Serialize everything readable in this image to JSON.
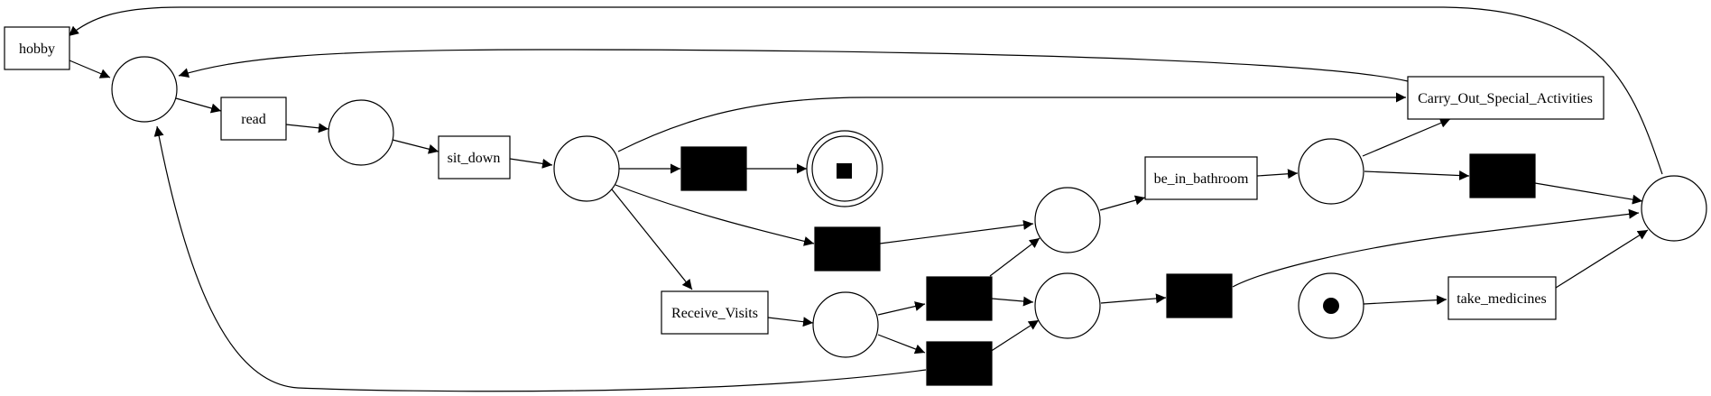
{
  "diagram": {
    "type": "petri-net",
    "colors": {
      "stroke": "#000000",
      "fill": "#ffffff",
      "silent_transition": "#000000"
    },
    "transitions": [
      {
        "id": "t_hobby",
        "label": "hobby"
      },
      {
        "id": "t_read",
        "label": "read"
      },
      {
        "id": "t_sit_down",
        "label": "sit_down"
      },
      {
        "id": "t_carry_out",
        "label": "Carry_Out_Special_Activities"
      },
      {
        "id": "t_bathroom",
        "label": "be_in_bathroom"
      },
      {
        "id": "t_receive",
        "label": "Receive_Visits"
      },
      {
        "id": "t_medicines",
        "label": "take_medicines"
      },
      {
        "id": "tau_1",
        "label": ""
      },
      {
        "id": "tau_2",
        "label": ""
      },
      {
        "id": "tau_3",
        "label": ""
      },
      {
        "id": "tau_4",
        "label": ""
      },
      {
        "id": "tau_5",
        "label": ""
      },
      {
        "id": "tau_6",
        "label": ""
      }
    ],
    "places": [
      {
        "id": "p1",
        "marking": ""
      },
      {
        "id": "p2",
        "marking": ""
      },
      {
        "id": "p3",
        "marking": ""
      },
      {
        "id": "p_final",
        "marking": "final"
      },
      {
        "id": "p4",
        "marking": ""
      },
      {
        "id": "p5",
        "marking": ""
      },
      {
        "id": "p6",
        "marking": ""
      },
      {
        "id": "p7",
        "marking": ""
      },
      {
        "id": "p_initial",
        "marking": "initial-token"
      },
      {
        "id": "p8",
        "marking": ""
      }
    ],
    "arcs": [
      [
        "t_hobby",
        "p1"
      ],
      [
        "p1",
        "t_read"
      ],
      [
        "t_read",
        "p2"
      ],
      [
        "p2",
        "t_sit_down"
      ],
      [
        "t_sit_down",
        "p3"
      ],
      [
        "p3",
        "t_carry_out"
      ],
      [
        "p3",
        "tau_1"
      ],
      [
        "tau_1",
        "p_final"
      ],
      [
        "p3",
        "tau_2"
      ],
      [
        "p3",
        "t_receive"
      ],
      [
        "tau_2",
        "p4"
      ],
      [
        "p4",
        "t_bathroom"
      ],
      [
        "t_bathroom",
        "p5"
      ],
      [
        "p5",
        "t_carry_out"
      ],
      [
        "p5",
        "tau_3"
      ],
      [
        "tau_3",
        "p8"
      ],
      [
        "t_receive",
        "p6"
      ],
      [
        "p6",
        "tau_4"
      ],
      [
        "p6",
        "tau_5"
      ],
      [
        "tau_4",
        "p4"
      ],
      [
        "tau_4",
        "p7"
      ],
      [
        "tau_5",
        "p7"
      ],
      [
        "tau_5",
        "p1"
      ],
      [
        "p7",
        "tau_6"
      ],
      [
        "tau_6",
        "p8"
      ],
      [
        "p_initial",
        "t_medicines"
      ],
      [
        "t_medicines",
        "p8"
      ],
      [
        "t_carry_out",
        "p1"
      ],
      [
        "p8",
        "t_hobby"
      ]
    ]
  }
}
